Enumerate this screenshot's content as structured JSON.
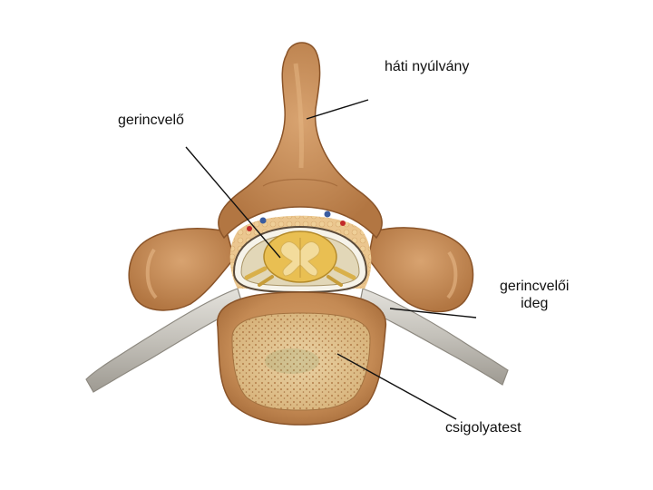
{
  "labels": {
    "spinous_process": "háti nyúlvány",
    "spinal_cord": "gerincvelő",
    "spinal_nerve_line1": "gerincvelői",
    "spinal_nerve_line2": "ideg",
    "vertebral_body": "csigolyatest"
  },
  "colors": {
    "bone": "#c98f5c",
    "bone_dark": "#9a6236",
    "bone_light": "#dba877",
    "nerve": "#c7c4bd",
    "cord_outer": "#e8c25a",
    "cord_inner": "#f2dc96",
    "fat": "#e9c38e",
    "leader_line": "#111111"
  }
}
